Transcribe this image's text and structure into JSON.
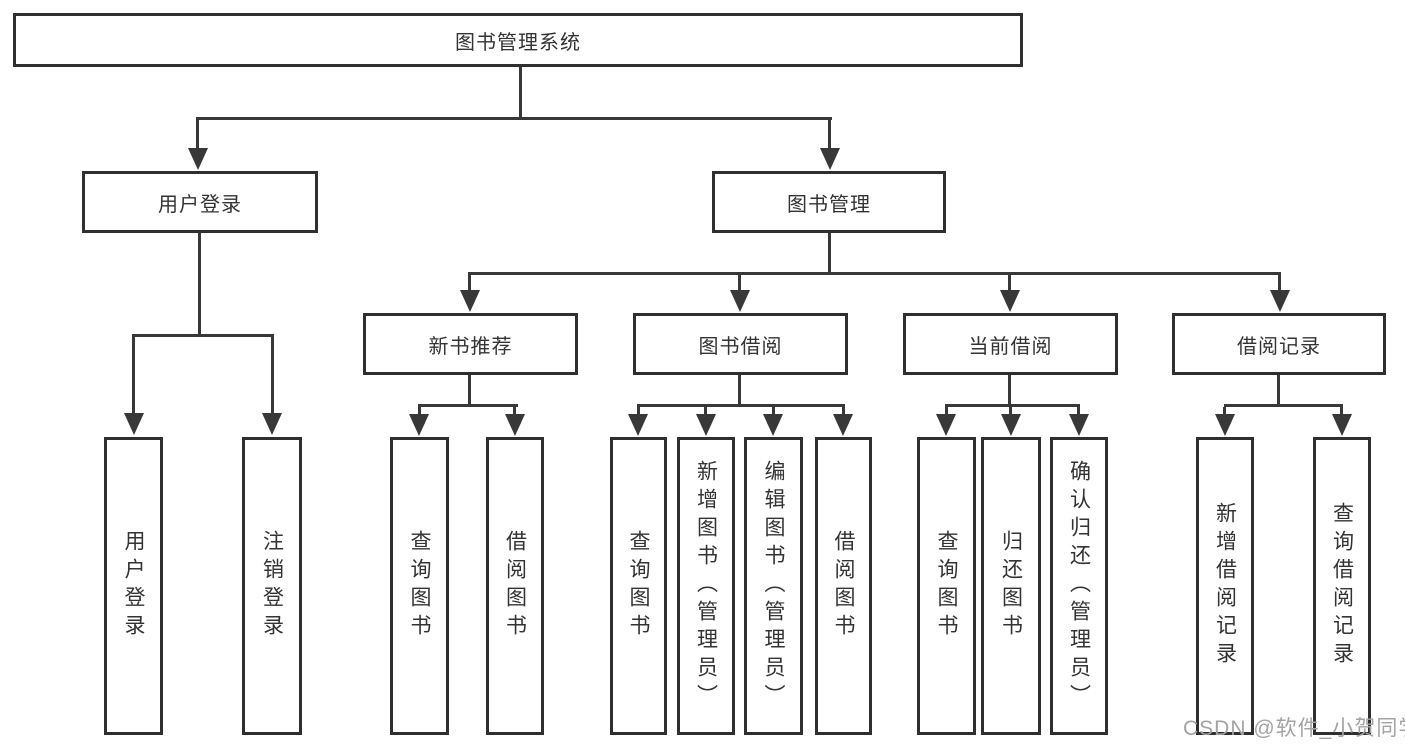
{
  "colors": {
    "border": "#2f2f2f",
    "line": "#383838",
    "text": "#333333",
    "watermark": "#a3a3a3",
    "background": "#ffffff"
  },
  "watermark": {
    "text": "CSDN @软件_小贺同学"
  },
  "tree": {
    "root": {
      "label": "图书管理系统",
      "children": [
        {
          "label": "用户登录",
          "children": [
            {
              "label": "用户登录"
            },
            {
              "label": "注销登录"
            }
          ]
        },
        {
          "label": "图书管理",
          "children": [
            {
              "label": "新书推荐",
              "children": [
                {
                  "label": "查询图书"
                },
                {
                  "label": "借阅图书"
                }
              ]
            },
            {
              "label": "图书借阅",
              "children": [
                {
                  "label": "查询图书"
                },
                {
                  "label": "新增图书（管理员）"
                },
                {
                  "label": "编辑图书（管理员）"
                },
                {
                  "label": "借阅图书"
                }
              ]
            },
            {
              "label": "当前借阅",
              "children": [
                {
                  "label": "查询图书"
                },
                {
                  "label": "归还图书"
                },
                {
                  "label": "确认归还（管理员）"
                }
              ]
            },
            {
              "label": "借阅记录",
              "children": [
                {
                  "label": "新增借阅记录"
                },
                {
                  "label": "查询借阅记录"
                }
              ]
            }
          ]
        }
      ]
    }
  }
}
